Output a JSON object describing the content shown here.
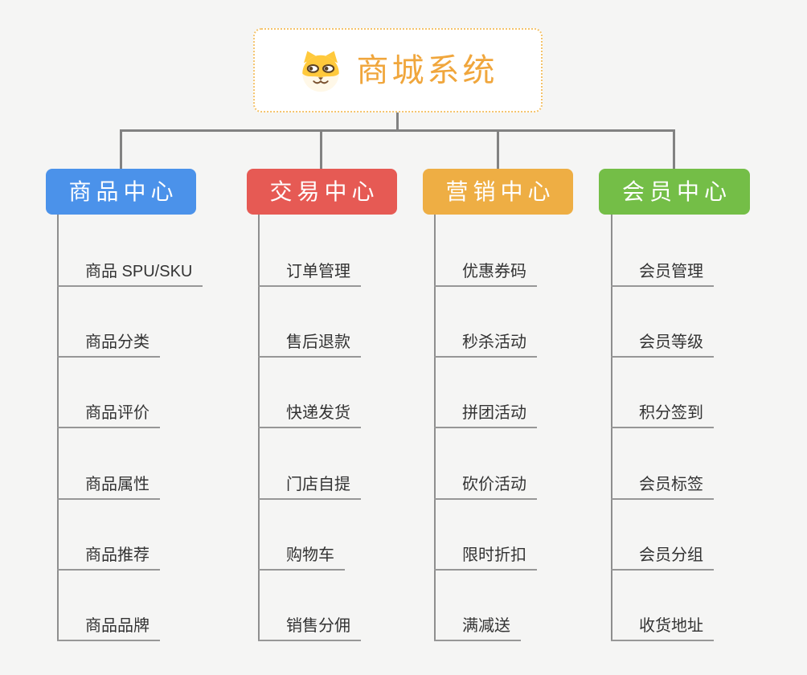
{
  "root": {
    "title": "商城系统",
    "icon": "dog-face-icon"
  },
  "branches": [
    {
      "label": "商品中心",
      "color": "#4B92EA",
      "items": [
        "商品 SPU/SKU",
        "商品分类",
        "商品评价",
        "商品属性",
        "商品推荐",
        "商品品牌"
      ]
    },
    {
      "label": "交易中心",
      "color": "#E65A54",
      "items": [
        "订单管理",
        "售后退款",
        "快递发货",
        "门店自提",
        "购物车",
        "销售分佣"
      ]
    },
    {
      "label": "营销中心",
      "color": "#EEAE44",
      "items": [
        "优惠券码",
        "秒杀活动",
        "拼团活动",
        "砍价活动",
        "限时折扣",
        "满减送"
      ]
    },
    {
      "label": "会员中心",
      "color": "#74BE47",
      "items": [
        "会员管理",
        "会员等级",
        "积分签到",
        "会员标签",
        "会员分组",
        "收货地址"
      ]
    }
  ],
  "colors": {
    "background": "#F5F5F4",
    "connector": "#828282",
    "item_line": "#979797",
    "item_text": "#333333",
    "root_text": "#F0A63C",
    "root_border": "#F4C36B",
    "branch_text": "#FFFFFF"
  }
}
